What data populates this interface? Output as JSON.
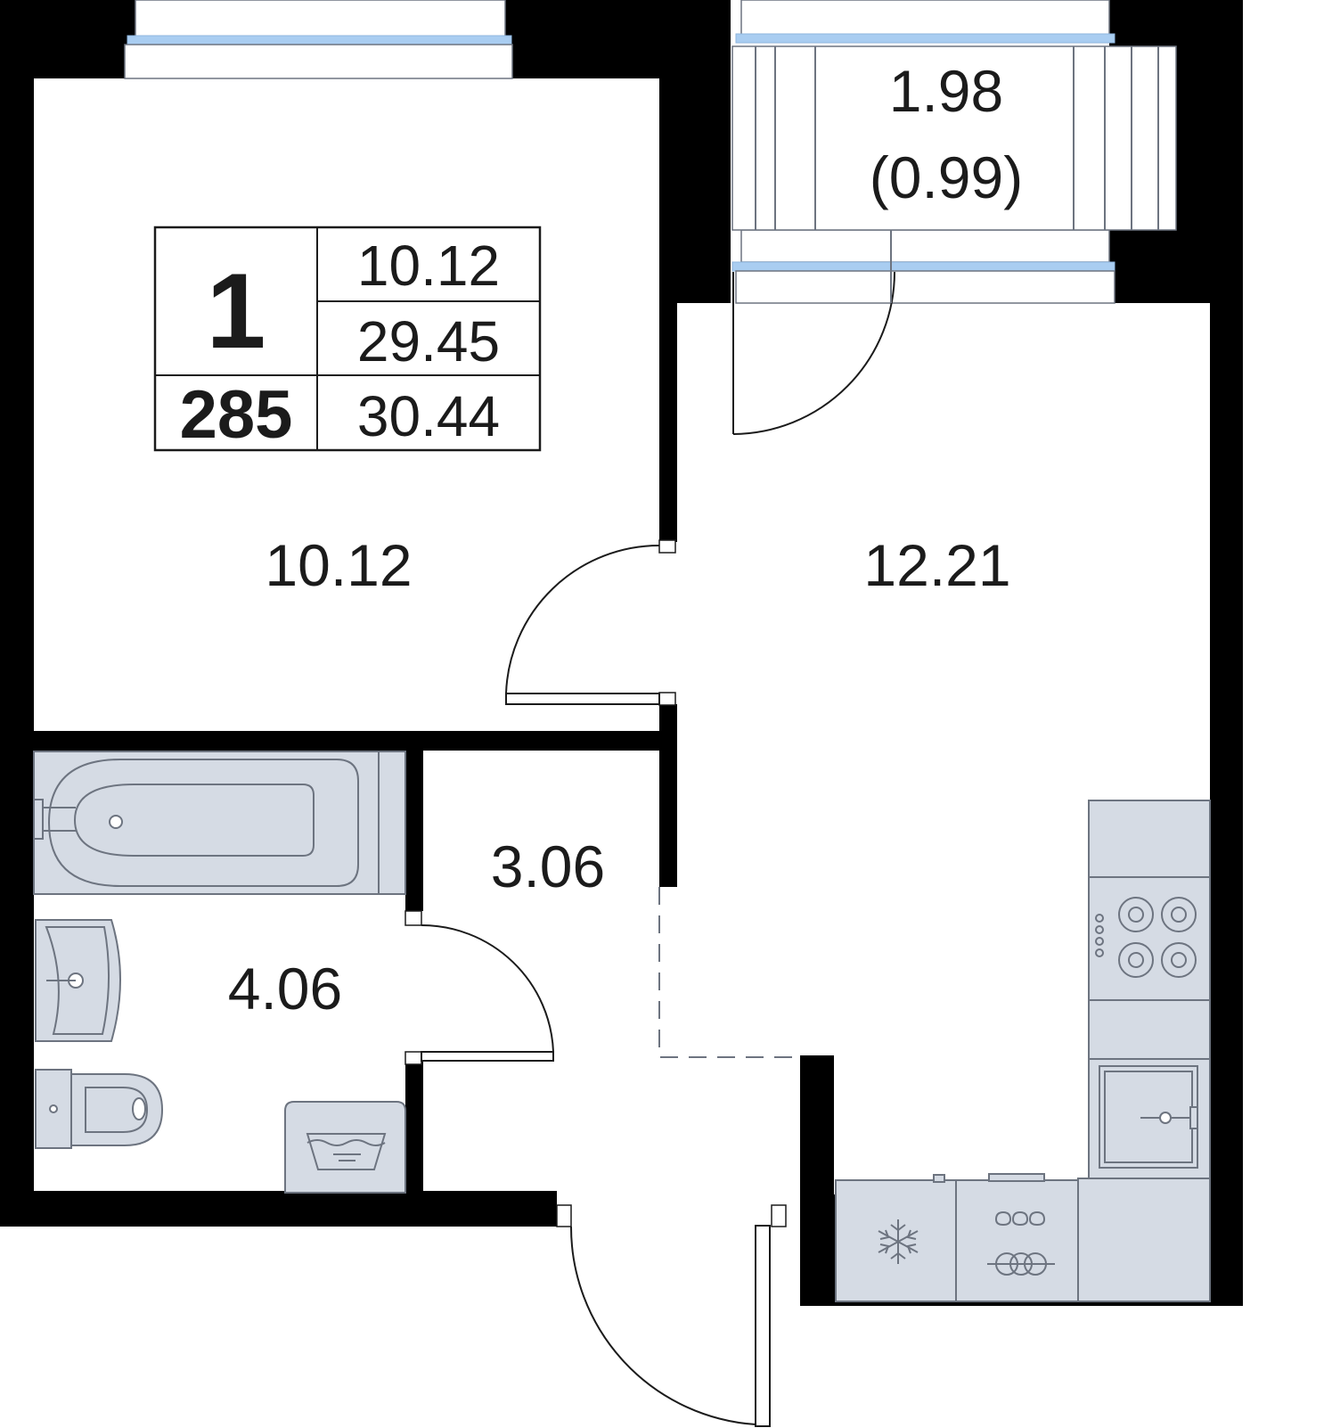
{
  "summary_box": {
    "rooms_count": "1",
    "apartment_number": "285",
    "living_area": "10.12",
    "total_area": "29.45",
    "total_area_with_balcony": "30.44"
  },
  "rooms": {
    "bedroom": "10.12",
    "kitchen_living": "12.21",
    "hallway": "3.06",
    "bathroom": "4.06",
    "balcony": "1.98",
    "balcony_reduced": "(0.99)"
  },
  "colors": {
    "wall": "#000000",
    "fixture_fill": "#d5dbe4",
    "fixture_stroke": "#6d7480",
    "window_glass": "#a9cdf1",
    "text": "#1b1b1b"
  }
}
